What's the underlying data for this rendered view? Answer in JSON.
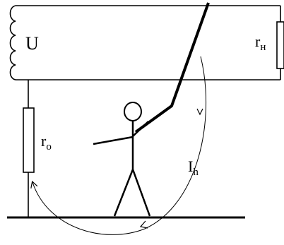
{
  "labels": {
    "voltage": "U",
    "load_resistance": "r",
    "load_resistance_sub": "н",
    "ground_resistance": "r",
    "ground_resistance_sub": "o",
    "current": "I",
    "current_sub": "h"
  },
  "colors": {
    "stroke": "#000000",
    "background": "#ffffff"
  }
}
